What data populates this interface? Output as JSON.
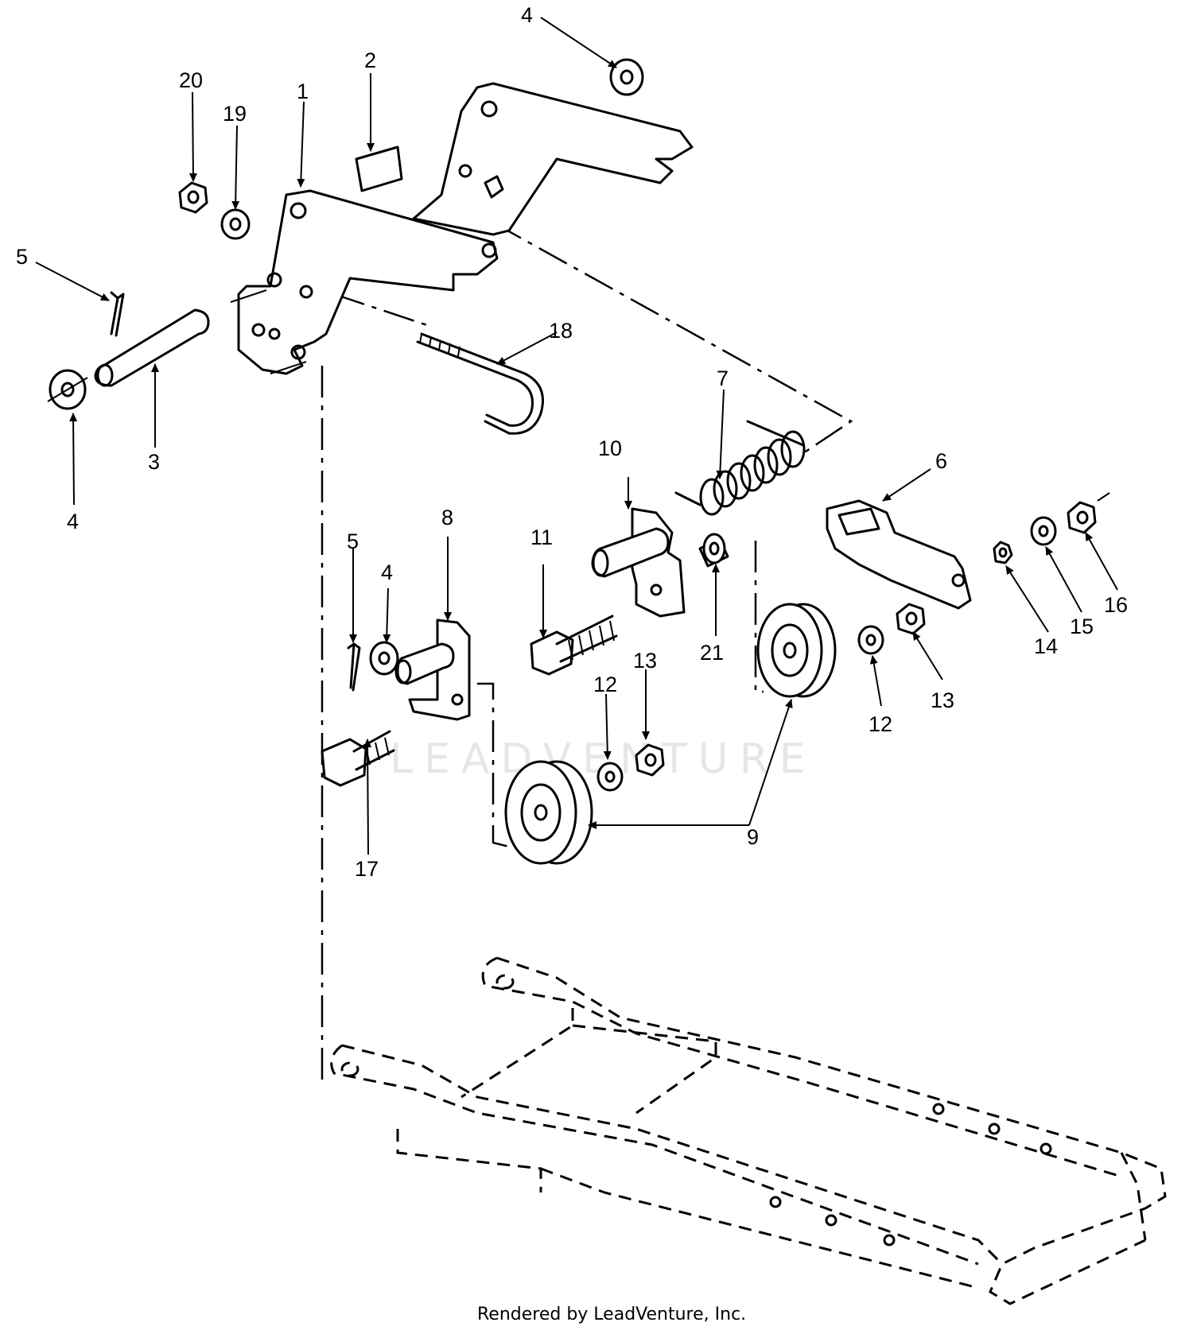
{
  "watermark": "LEADVENTURE",
  "credit": "Rendered by LeadVenture, Inc.",
  "callouts": {
    "c1": "1",
    "c2": "2",
    "c3": "3",
    "c4a": "4",
    "c4b": "4",
    "c4c": "4",
    "c5a": "5",
    "c5b": "5",
    "c6": "6",
    "c7": "7",
    "c8": "8",
    "c9": "9",
    "c10": "10",
    "c11": "11",
    "c12a": "12",
    "c12b": "12",
    "c13a": "13",
    "c13b": "13",
    "c14": "14",
    "c15": "15",
    "c16": "16",
    "c17": "17",
    "c18": "18",
    "c19": "19",
    "c20": "20",
    "c21": "21"
  }
}
